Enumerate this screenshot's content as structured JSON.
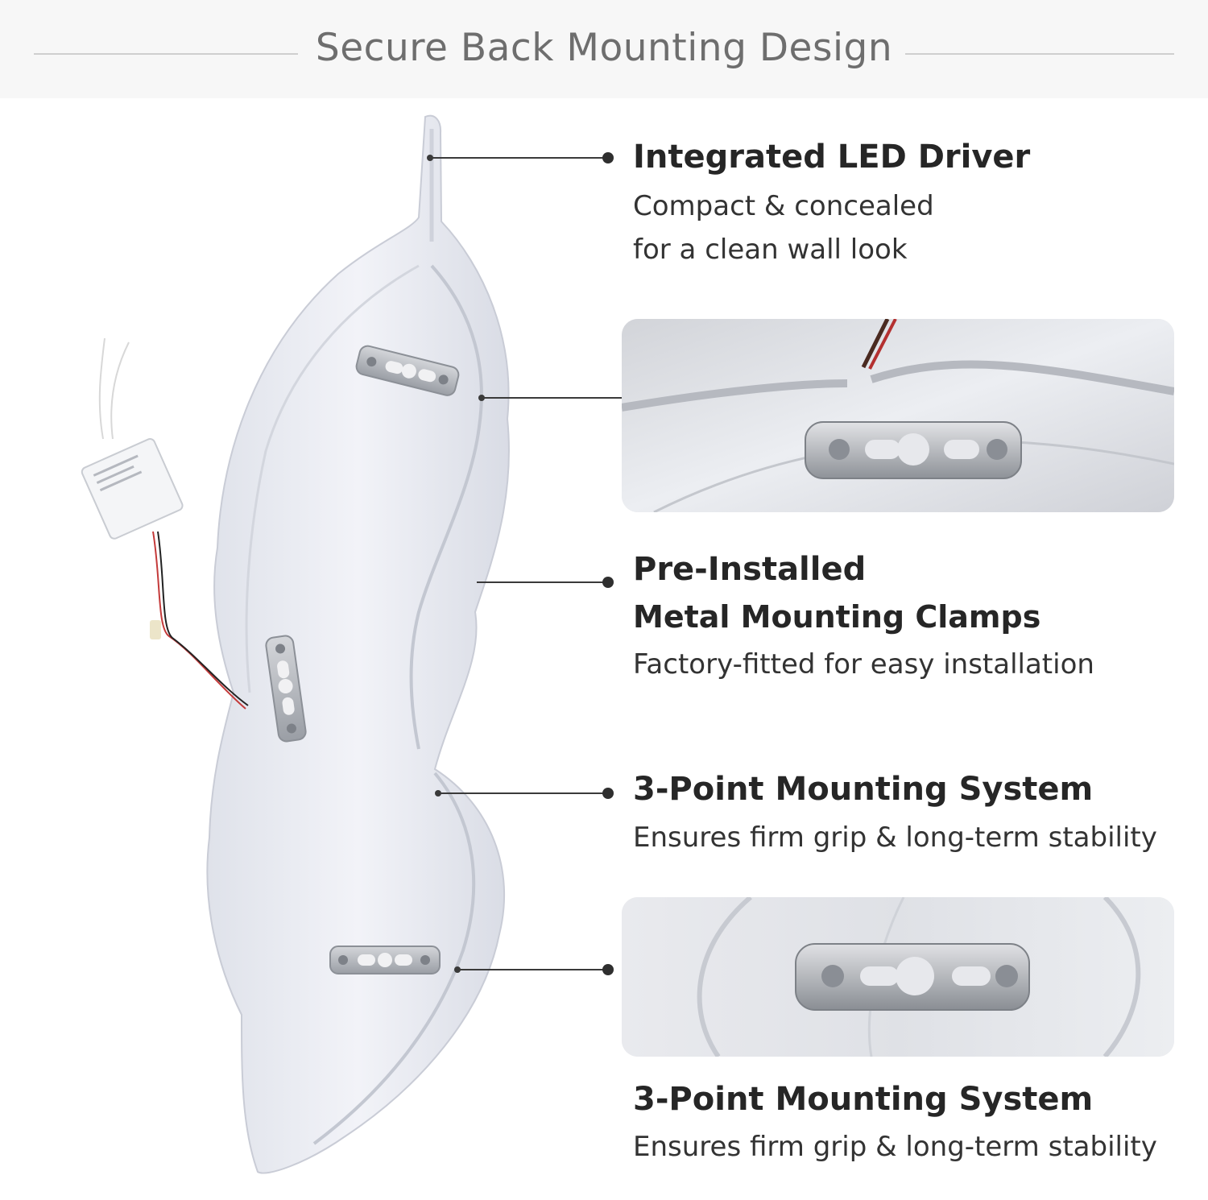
{
  "header": {
    "title": "Secure Back Mounting Design"
  },
  "features": [
    {
      "title": "Integrated LED Driver",
      "lines": [
        "Compact & concealed",
        "for a clean wall look"
      ]
    },
    {
      "title_line1": "Pre-Installed",
      "title_line2": "Metal Mounting Clamps",
      "subtitle": "Factory-fitted for easy installation"
    },
    {
      "title": "3-Point Mounting System",
      "subtitle": "Ensures firm grip & long-term stability"
    },
    {
      "title": "3-Point Mounting System",
      "subtitle": "Ensures firm grip & long-term stability"
    }
  ],
  "colors": {
    "header_bg": "#f7f7f7",
    "product_white": "#eef0f6",
    "metal": "#b9bcc2",
    "text_dark": "#262626"
  }
}
